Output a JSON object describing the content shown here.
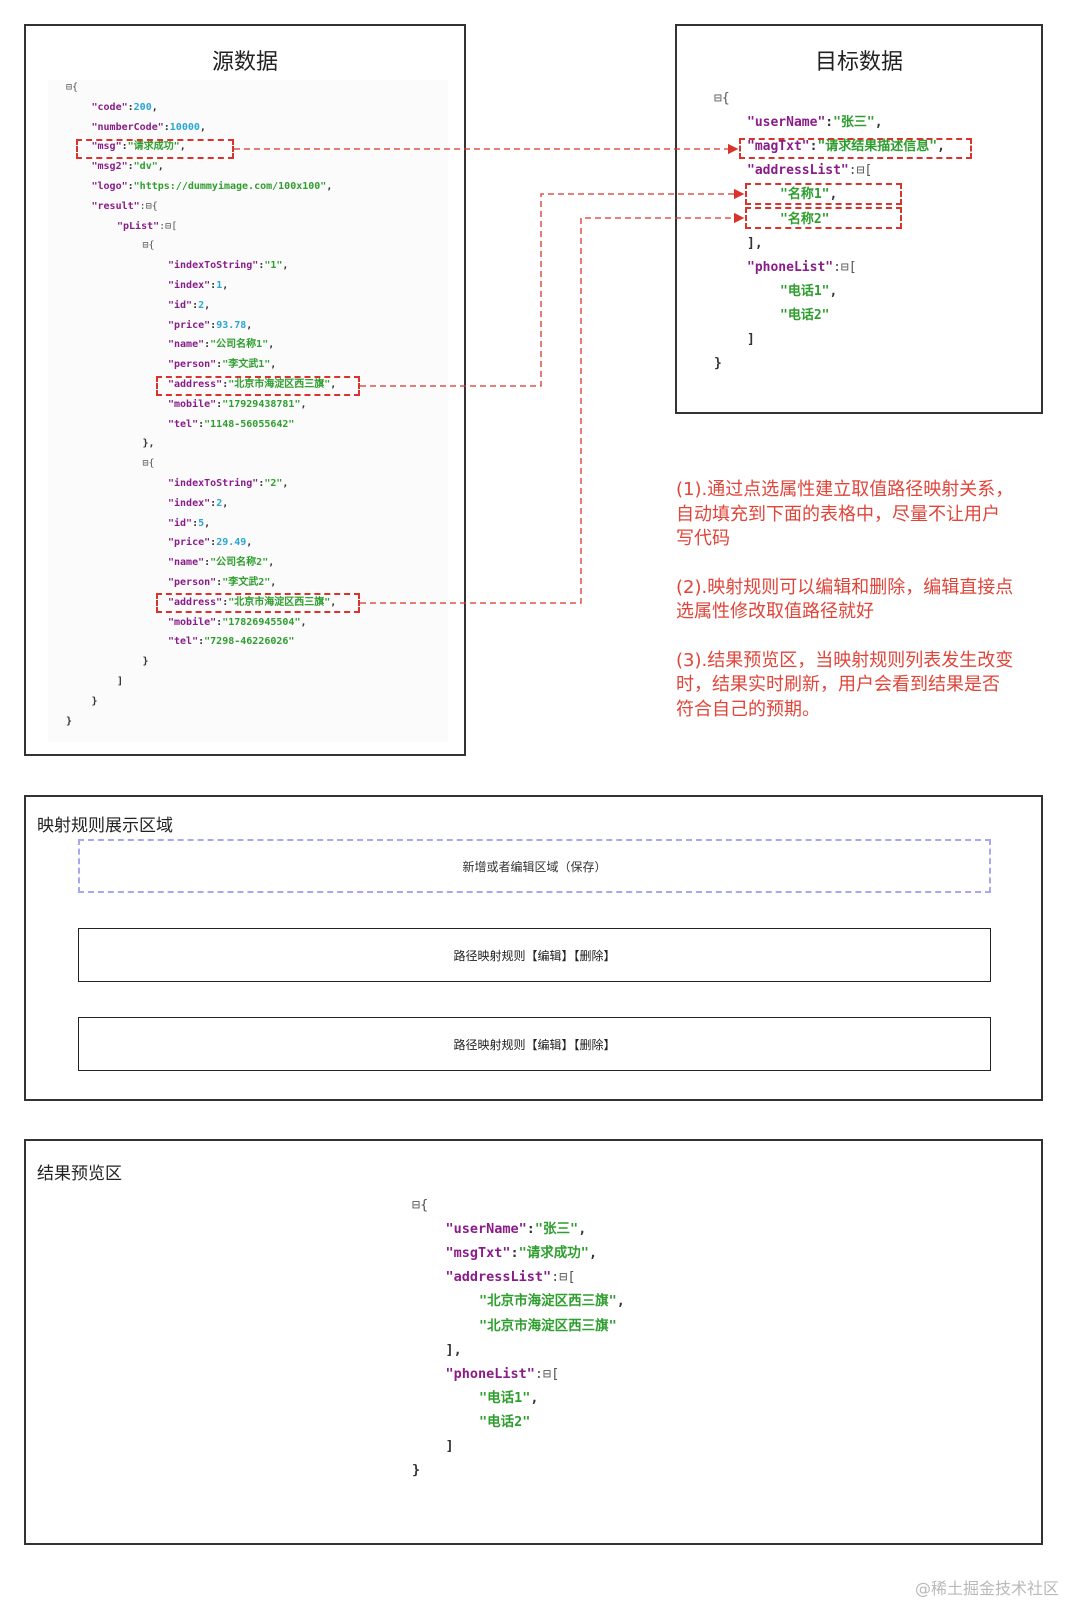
{
  "source_panel": {
    "title": "源数据",
    "lines": [
      {
        "indent": 0,
        "parts": [
          {
            "t": "⊟{",
            "c": "tg"
          }
        ]
      },
      {
        "indent": 1,
        "parts": [
          {
            "t": "\"code\"",
            "c": "k"
          },
          {
            "t": ":",
            "c": "p"
          },
          {
            "t": "200",
            "c": "n"
          },
          {
            "t": ",",
            "c": "p"
          }
        ]
      },
      {
        "indent": 1,
        "parts": [
          {
            "t": "\"numberCode\"",
            "c": "k"
          },
          {
            "t": ":",
            "c": "p"
          },
          {
            "t": "10000",
            "c": "n"
          },
          {
            "t": ",",
            "c": "p"
          }
        ]
      },
      {
        "indent": 1,
        "parts": [
          {
            "t": "\"msg\"",
            "c": "k"
          },
          {
            "t": ":",
            "c": "p"
          },
          {
            "t": "\"请求成功\"",
            "c": "s"
          },
          {
            "t": ",",
            "c": "p"
          }
        ]
      },
      {
        "indent": 1,
        "parts": [
          {
            "t": "\"msg2\"",
            "c": "k"
          },
          {
            "t": ":",
            "c": "p"
          },
          {
            "t": "\"dv\"",
            "c": "s"
          },
          {
            "t": ",",
            "c": "p"
          }
        ]
      },
      {
        "indent": 1,
        "parts": [
          {
            "t": "\"logo\"",
            "c": "k"
          },
          {
            "t": ":",
            "c": "p"
          },
          {
            "t": "\"https://dummyimage.com/100x100\"",
            "c": "s"
          },
          {
            "t": ",",
            "c": "p"
          }
        ]
      },
      {
        "indent": 1,
        "parts": [
          {
            "t": "\"result\"",
            "c": "k"
          },
          {
            "t": ":⊟{",
            "c": "tg"
          }
        ]
      },
      {
        "indent": 2,
        "parts": [
          {
            "t": "\"pList\"",
            "c": "k"
          },
          {
            "t": ":⊟[",
            "c": "tg"
          }
        ]
      },
      {
        "indent": 3,
        "parts": [
          {
            "t": "⊟{",
            "c": "tg"
          }
        ]
      },
      {
        "indent": 4,
        "parts": [
          {
            "t": "\"indexToString\"",
            "c": "k"
          },
          {
            "t": ":",
            "c": "p"
          },
          {
            "t": "\"1\"",
            "c": "s"
          },
          {
            "t": ",",
            "c": "p"
          }
        ]
      },
      {
        "indent": 4,
        "parts": [
          {
            "t": "\"index\"",
            "c": "k"
          },
          {
            "t": ":",
            "c": "p"
          },
          {
            "t": "1",
            "c": "n"
          },
          {
            "t": ",",
            "c": "p"
          }
        ]
      },
      {
        "indent": 4,
        "parts": [
          {
            "t": "\"id\"",
            "c": "k"
          },
          {
            "t": ":",
            "c": "p"
          },
          {
            "t": "2",
            "c": "n"
          },
          {
            "t": ",",
            "c": "p"
          }
        ]
      },
      {
        "indent": 4,
        "parts": [
          {
            "t": "\"price\"",
            "c": "k"
          },
          {
            "t": ":",
            "c": "p"
          },
          {
            "t": "93.78",
            "c": "n"
          },
          {
            "t": ",",
            "c": "p"
          }
        ]
      },
      {
        "indent": 4,
        "parts": [
          {
            "t": "\"name\"",
            "c": "k"
          },
          {
            "t": ":",
            "c": "p"
          },
          {
            "t": "\"公司名称1\"",
            "c": "s"
          },
          {
            "t": ",",
            "c": "p"
          }
        ]
      },
      {
        "indent": 4,
        "parts": [
          {
            "t": "\"person\"",
            "c": "k"
          },
          {
            "t": ":",
            "c": "p"
          },
          {
            "t": "\"李文武1\"",
            "c": "s"
          },
          {
            "t": ",",
            "c": "p"
          }
        ]
      },
      {
        "indent": 4,
        "parts": [
          {
            "t": "\"address\"",
            "c": "k"
          },
          {
            "t": ":",
            "c": "p"
          },
          {
            "t": "\"北京市海淀区西三旗\"",
            "c": "s"
          },
          {
            "t": ",",
            "c": "p"
          }
        ]
      },
      {
        "indent": 4,
        "parts": [
          {
            "t": "\"mobile\"",
            "c": "k"
          },
          {
            "t": ":",
            "c": "p"
          },
          {
            "t": "\"17929438781\"",
            "c": "s"
          },
          {
            "t": ",",
            "c": "p"
          }
        ]
      },
      {
        "indent": 4,
        "parts": [
          {
            "t": "\"tel\"",
            "c": "k"
          },
          {
            "t": ":",
            "c": "p"
          },
          {
            "t": "\"1148-56055642\"",
            "c": "s"
          }
        ]
      },
      {
        "indent": 3,
        "parts": [
          {
            "t": "},",
            "c": "p"
          }
        ]
      },
      {
        "indent": 3,
        "parts": [
          {
            "t": "⊟{",
            "c": "tg"
          }
        ]
      },
      {
        "indent": 4,
        "parts": [
          {
            "t": "\"indexToString\"",
            "c": "k"
          },
          {
            "t": ":",
            "c": "p"
          },
          {
            "t": "\"2\"",
            "c": "s"
          },
          {
            "t": ",",
            "c": "p"
          }
        ]
      },
      {
        "indent": 4,
        "parts": [
          {
            "t": "\"index\"",
            "c": "k"
          },
          {
            "t": ":",
            "c": "p"
          },
          {
            "t": "2",
            "c": "n"
          },
          {
            "t": ",",
            "c": "p"
          }
        ]
      },
      {
        "indent": 4,
        "parts": [
          {
            "t": "\"id\"",
            "c": "k"
          },
          {
            "t": ":",
            "c": "p"
          },
          {
            "t": "5",
            "c": "n"
          },
          {
            "t": ",",
            "c": "p"
          }
        ]
      },
      {
        "indent": 4,
        "parts": [
          {
            "t": "\"price\"",
            "c": "k"
          },
          {
            "t": ":",
            "c": "p"
          },
          {
            "t": "29.49",
            "c": "n"
          },
          {
            "t": ",",
            "c": "p"
          }
        ]
      },
      {
        "indent": 4,
        "parts": [
          {
            "t": "\"name\"",
            "c": "k"
          },
          {
            "t": ":",
            "c": "p"
          },
          {
            "t": "\"公司名称2\"",
            "c": "s"
          },
          {
            "t": ",",
            "c": "p"
          }
        ]
      },
      {
        "indent": 4,
        "parts": [
          {
            "t": "\"person\"",
            "c": "k"
          },
          {
            "t": ":",
            "c": "p"
          },
          {
            "t": "\"李文武2\"",
            "c": "s"
          },
          {
            "t": ",",
            "c": "p"
          }
        ]
      },
      {
        "indent": 4,
        "parts": [
          {
            "t": "\"address\"",
            "c": "k"
          },
          {
            "t": ":",
            "c": "p"
          },
          {
            "t": "\"北京市海淀区西三旗\"",
            "c": "s"
          },
          {
            "t": ",",
            "c": "p"
          }
        ]
      },
      {
        "indent": 4,
        "parts": [
          {
            "t": "\"mobile\"",
            "c": "k"
          },
          {
            "t": ":",
            "c": "p"
          },
          {
            "t": "\"17826945504\"",
            "c": "s"
          },
          {
            "t": ",",
            "c": "p"
          }
        ]
      },
      {
        "indent": 4,
        "parts": [
          {
            "t": "\"tel\"",
            "c": "k"
          },
          {
            "t": ":",
            "c": "p"
          },
          {
            "t": "\"7298-46226026\"",
            "c": "s"
          }
        ]
      },
      {
        "indent": 3,
        "parts": [
          {
            "t": "}",
            "c": "p"
          }
        ]
      },
      {
        "indent": 2,
        "parts": [
          {
            "t": "]",
            "c": "p"
          }
        ]
      },
      {
        "indent": 1,
        "parts": [
          {
            "t": "}",
            "c": "p"
          }
        ]
      },
      {
        "indent": 0,
        "parts": [
          {
            "t": "}",
            "c": "p"
          }
        ]
      }
    ]
  },
  "target_panel": {
    "title": "目标数据",
    "lines": [
      {
        "indent": 0,
        "parts": [
          {
            "t": "⊟{",
            "c": "tg"
          }
        ]
      },
      {
        "indent": 1,
        "parts": [
          {
            "t": "\"userName\"",
            "c": "k"
          },
          {
            "t": ":",
            "c": "p"
          },
          {
            "t": "\"张三\"",
            "c": "s"
          },
          {
            "t": ",",
            "c": "p"
          }
        ]
      },
      {
        "indent": 1,
        "parts": [
          {
            "t": "\"magTxt\"",
            "c": "k"
          },
          {
            "t": ":",
            "c": "p"
          },
          {
            "t": "\"请求结果描述信息\"",
            "c": "s"
          },
          {
            "t": ",",
            "c": "p"
          }
        ]
      },
      {
        "indent": 1,
        "parts": [
          {
            "t": "\"addressList\"",
            "c": "k"
          },
          {
            "t": ":⊟[",
            "c": "tg"
          }
        ]
      },
      {
        "indent": 2,
        "parts": [
          {
            "t": "\"名称1\"",
            "c": "s"
          },
          {
            "t": ",",
            "c": "p"
          }
        ]
      },
      {
        "indent": 2,
        "parts": [
          {
            "t": "\"名称2\"",
            "c": "s"
          }
        ]
      },
      {
        "indent": 1,
        "parts": [
          {
            "t": "],",
            "c": "p"
          }
        ]
      },
      {
        "indent": 1,
        "parts": [
          {
            "t": "\"phoneList\"",
            "c": "k"
          },
          {
            "t": ":⊟[",
            "c": "tg"
          }
        ]
      },
      {
        "indent": 2,
        "parts": [
          {
            "t": "\"电话1\"",
            "c": "s"
          },
          {
            "t": ",",
            "c": "p"
          }
        ]
      },
      {
        "indent": 2,
        "parts": [
          {
            "t": "\"电话2\"",
            "c": "s"
          }
        ]
      },
      {
        "indent": 1,
        "parts": [
          {
            "t": "]",
            "c": "p"
          }
        ]
      },
      {
        "indent": 0,
        "parts": [
          {
            "t": "}",
            "c": "p"
          }
        ]
      }
    ]
  },
  "notes": [
    "(1).通过点选属性建立取值路径映射关系，自动填充到下面的表格中，尽量不让用户写代码",
    "(2).映射规则可以编辑和删除，编辑直接点选属性修改取值路径就好",
    "(3).结果预览区，当映射规则列表发生改变时，结果实时刷新，用户会看到结果是否符合自己的预期。"
  ],
  "notes_lines": [
    [
      "(1).通过点选属性建立取值路径映射关系，",
      "自动填充到下面的表格中，尽量不让用户",
      "写代码"
    ],
    [
      "(2).映射规则可以编辑和删除，编辑直接点",
      "选属性修改取值路径就好"
    ],
    [
      "(3).结果预览区，当映射规则列表发生改变",
      "时，结果实时刷新，用户会看到结果是否",
      "符合自己的预期。"
    ]
  ],
  "rules_section": {
    "title": "映射规则展示区域",
    "edit_zone_label": "新增或者编辑区域（保存）",
    "rules": [
      {
        "label": "路径映射规则【编辑】【删除】"
      },
      {
        "label": "路径映射规则【编辑】【删除】"
      }
    ]
  },
  "preview_section": {
    "title": "结果预览区",
    "lines": [
      {
        "indent": 0,
        "parts": [
          {
            "t": "⊟{",
            "c": "tg"
          }
        ]
      },
      {
        "indent": 1,
        "parts": [
          {
            "t": "\"userName\"",
            "c": "k"
          },
          {
            "t": ":",
            "c": "p"
          },
          {
            "t": "\"张三\"",
            "c": "s"
          },
          {
            "t": ",",
            "c": "p"
          }
        ]
      },
      {
        "indent": 1,
        "parts": [
          {
            "t": "\"msgTxt\"",
            "c": "k"
          },
          {
            "t": ":",
            "c": "p"
          },
          {
            "t": "\"请求成功\"",
            "c": "s"
          },
          {
            "t": ",",
            "c": "p"
          }
        ]
      },
      {
        "indent": 1,
        "parts": [
          {
            "t": "\"addressList\"",
            "c": "k"
          },
          {
            "t": ":⊟[",
            "c": "tg"
          }
        ]
      },
      {
        "indent": 2,
        "parts": [
          {
            "t": "\"北京市海淀区西三旗\"",
            "c": "s"
          },
          {
            "t": ",",
            "c": "p"
          }
        ]
      },
      {
        "indent": 2,
        "parts": [
          {
            "t": "\"北京市海淀区西三旗\"",
            "c": "s"
          }
        ]
      },
      {
        "indent": 1,
        "parts": [
          {
            "t": "],",
            "c": "p"
          }
        ]
      },
      {
        "indent": 1,
        "parts": [
          {
            "t": "\"phoneList\"",
            "c": "k"
          },
          {
            "t": ":⊟[",
            "c": "tg"
          }
        ]
      },
      {
        "indent": 2,
        "parts": [
          {
            "t": "\"电话1\"",
            "c": "s"
          },
          {
            "t": ",",
            "c": "p"
          }
        ]
      },
      {
        "indent": 2,
        "parts": [
          {
            "t": "\"电话2\"",
            "c": "s"
          }
        ]
      },
      {
        "indent": 1,
        "parts": [
          {
            "t": "]",
            "c": "p"
          }
        ]
      },
      {
        "indent": 0,
        "parts": [
          {
            "t": "}",
            "c": "p"
          }
        ]
      }
    ]
  },
  "watermark": "@稀土掘金技术社区",
  "colors": {
    "json_key": "#8a1c8a",
    "json_string": "#2e9e2e",
    "json_number": "#2aa6d4",
    "mapping_dash": "#d9342b",
    "note_text": "#e0453a",
    "edit_zone_dash": "#a8a8ef"
  }
}
